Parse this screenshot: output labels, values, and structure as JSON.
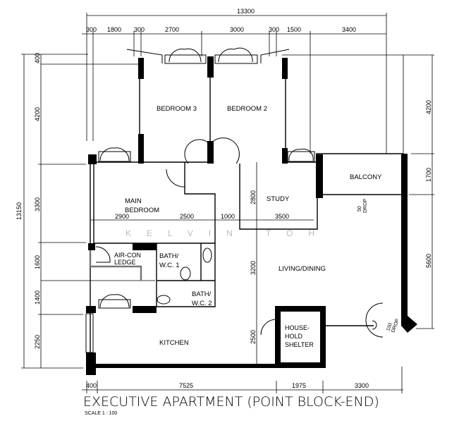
{
  "title": "EXECUTIVE APARTMENT (POINT BLOCK-END)",
  "scale": "SCALE  1 : 100",
  "watermark": "KELVIN TOH",
  "rooms": {
    "bedroom3": "BEDROOM 3",
    "bedroom2": "BEDROOM 2",
    "main_bedroom_1": "MAIN",
    "main_bedroom_2": "BEDROOM",
    "study": "STUDY",
    "balcony": "BALCONY",
    "aircon_1": "AIR-CON",
    "aircon_2": "LEDGE",
    "bath1_1": "BATH/",
    "bath1_2": "W.C. 1",
    "bath2_1": "BATH/",
    "bath2_2": "W.C. 2",
    "living": "LIVING/DINING",
    "kitchen": "KITCHEN",
    "shelter_1": "HOUSE-",
    "shelter_2": "HOLD",
    "shelter_3": "SHELTER",
    "drop50_1": "50",
    "drop50_2": "DROP",
    "drop100_1": "100",
    "drop100_2": "DROP"
  },
  "dimensions": {
    "top_total": "13300",
    "top": [
      "300",
      "1800",
      "300",
      "2700",
      "3000",
      "300",
      "1500",
      "3400"
    ],
    "left_total": "13150",
    "left": [
      "400",
      "4200",
      "3300",
      "1600",
      "1400",
      "2250"
    ],
    "right": [
      "4200",
      "1700",
      "5600"
    ],
    "bottom": [
      "400",
      "7525",
      "1975",
      "3300"
    ],
    "inner_horizontal": [
      "2900",
      "2500",
      "1000",
      "3500"
    ],
    "inner_vertical": [
      "2800",
      "3200",
      "2500"
    ]
  }
}
